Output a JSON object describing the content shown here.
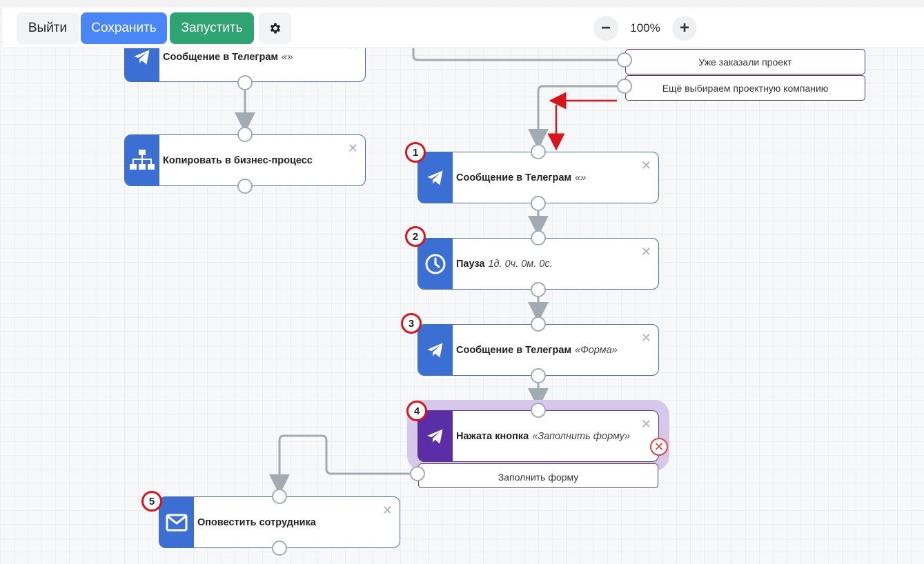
{
  "toolbar": {
    "exit_label": "Выйти",
    "save_label": "Сохранить",
    "run_label": "Запустить",
    "zoom_out_label": "−",
    "zoom_level": "100%",
    "zoom_in_label": "+"
  },
  "colors": {
    "save": "#4a86f7",
    "run": "#2fa371",
    "node_icon": "#3b6fd4",
    "selected_icon": "#5c2ea6",
    "selected_highlight": "#d6c8eb",
    "annotation_red": "#d9141a",
    "wire": "#a2aab2"
  },
  "nodes": {
    "tg_top": {
      "title": "Сообщение в Телеграм",
      "param": "«»",
      "icon": "telegram-icon"
    },
    "copy_bp": {
      "title": "Копировать в бизнес-процесс",
      "param": "",
      "icon": "org-chart-icon"
    },
    "tg_msg_1": {
      "title": "Сообщение в Телеграм",
      "param": "«»",
      "icon": "telegram-icon",
      "badge": "1"
    },
    "pause": {
      "title": "Пауза",
      "param": "1д. 0ч. 0м. 0с.",
      "icon": "clock-icon",
      "badge": "2"
    },
    "tg_form": {
      "title": "Сообщение в Телеграм",
      "param": "«Форма»",
      "icon": "telegram-icon",
      "badge": "3"
    },
    "btn_pressed": {
      "title": "Нажата кнопка",
      "param": "«Заполнить форму»",
      "icon": "telegram-icon",
      "badge": "4"
    },
    "notify": {
      "title": "Оповестить сотрудника",
      "param": "",
      "icon": "envelope-icon",
      "badge": "5"
    }
  },
  "options": {
    "already_ordered": "Уже заказали проект",
    "still_choosing": "Ещё выбираем проектную компанию",
    "fill_form": "Заполнить форму"
  },
  "close_glyph": "✕",
  "error_glyph": "✕"
}
